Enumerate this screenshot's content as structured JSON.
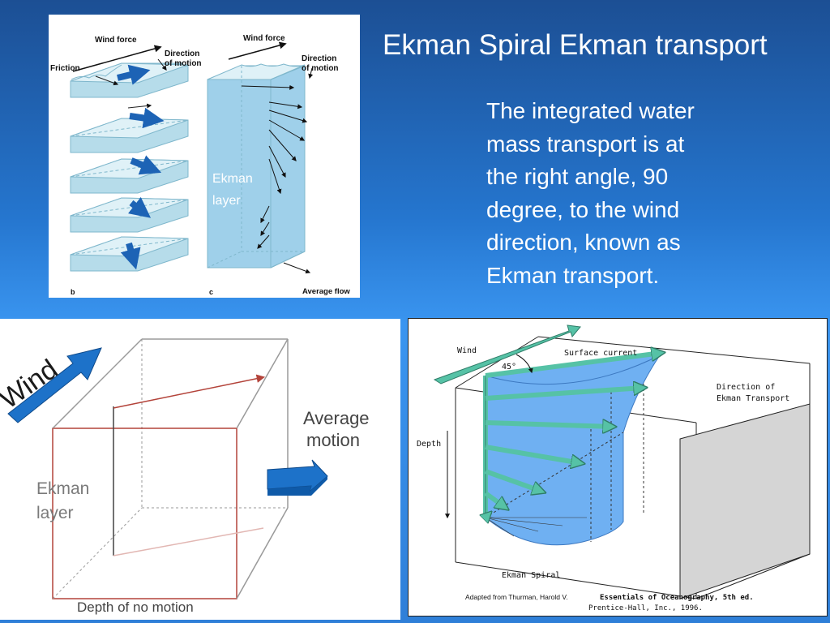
{
  "slide": {
    "title": "Ekman Spiral Ekman transport",
    "body_lines": [
      "The integrated water",
      "mass transport is at",
      "the right angle, 90",
      "degree, to the wind",
      "direction, known as",
      "Ekman transport."
    ]
  },
  "diagram_top_left": {
    "wind_force_b": "Wind force",
    "friction": "Friction",
    "direction_b_1": "Direction",
    "direction_b_2": "of motion",
    "wind_force_c": "Wind force",
    "direction_c_1": "Direction",
    "direction_c_2": "of motion",
    "ekman_1": "Ekman",
    "ekman_2": "layer",
    "average_flow": "Average flow",
    "label_b": "b",
    "label_c": "c"
  },
  "diagram_bottom_left": {
    "wind": "Wind",
    "average_1": "Average",
    "average_2": "motion",
    "ekman_1": "Ekman",
    "ekman_2": "layer",
    "depth_no_motion": "Depth of no motion"
  },
  "diagram_bottom_right": {
    "wind": "Wind",
    "angle": "45°",
    "surface_current": "Surface current",
    "direction_1": "Direction of",
    "direction_2": "Ekman Transport",
    "depth": "Depth",
    "ekman_spiral": "Ekman Spiral",
    "credit_prefix": "Adapted from Thurman, Harold V.",
    "credit_book": "Essentials of Oceanography, 5th ed.",
    "credit_publisher": "Prentice-Hall, Inc., 1996."
  },
  "colors": {
    "background_top": "#1c4f94",
    "background_mid": "#3a95f0",
    "layer_fill": "#cfe9f2",
    "layer_edge": "#7fb7cc",
    "arrow_blue": "#1d63b5",
    "water_blue": "#6fb0f2",
    "spiral_teal": "#56c2a6",
    "box_red": "#b3433a"
  }
}
